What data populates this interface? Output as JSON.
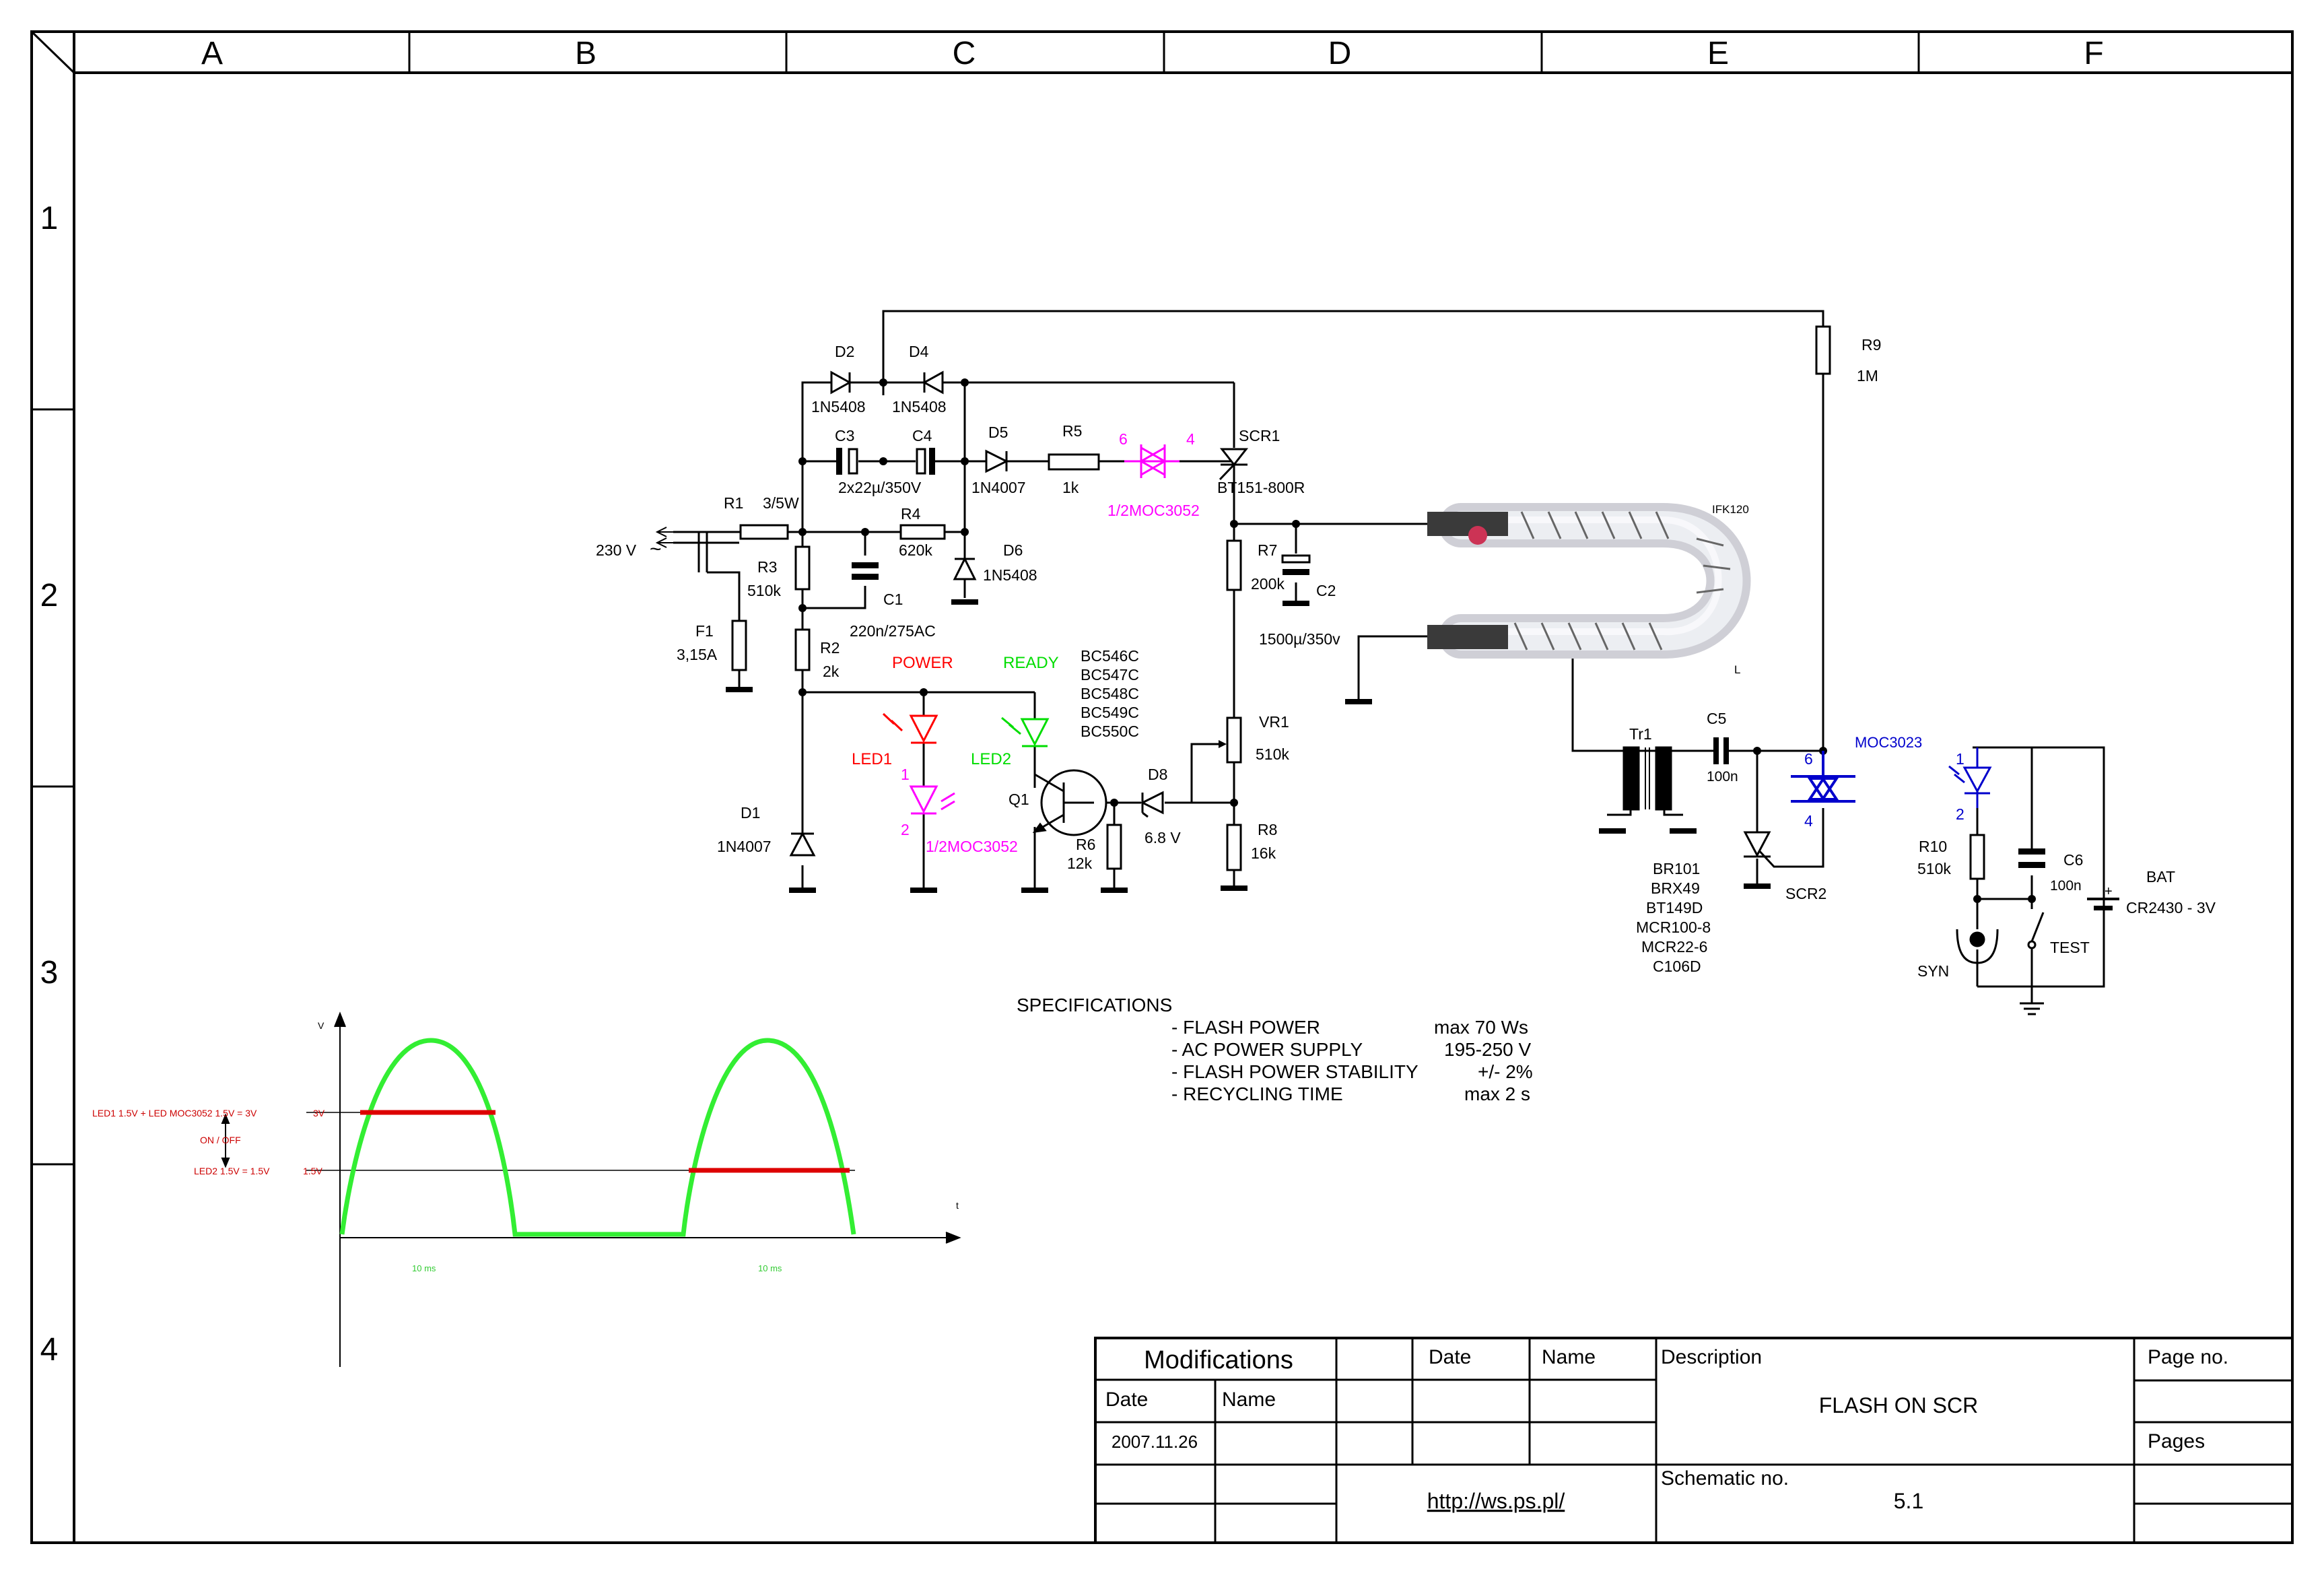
{
  "frame": {
    "columns": [
      "A",
      "B",
      "C",
      "D",
      "E",
      "F"
    ],
    "rows": [
      "1",
      "2",
      "3",
      "4"
    ]
  },
  "title_block": {
    "modifications": "Modifications",
    "date_header": "Date",
    "name_header": "Name",
    "mod_date_label": "Date",
    "mod_name_label": "Name",
    "mod_date_value": "2007.11.26",
    "link": "http://ws.ps.pl/",
    "description_label": "Description",
    "description": "FLASH ON SCR",
    "page_no_label": "Page no.",
    "pages_label": "Pages",
    "schematic_no_label": "Schematic no.",
    "schematic_no": "5.1"
  },
  "schematic": {
    "D2": "D2",
    "D2_val": "1N5408",
    "D4": "D4",
    "D4_val": "1N5408",
    "C3": "C3",
    "C4": "C4",
    "C34_val": "2x22µ/350V",
    "D5": "D5",
    "D5_val": "1N4007",
    "R5": "R5",
    "R5_val": "1k",
    "opto_pin6": "6",
    "opto_pin4": "4",
    "opto_top": "1/2MOC3052",
    "SCR1": "SCR1",
    "SCR1_val": "BT151-800R",
    "R9": "R9",
    "R9_val": "1M",
    "R1": "R1",
    "R1_val": "3/5W",
    "R4": "R4",
    "R4_val": "620k",
    "D6": "D6",
    "D6_val": "1N5408",
    "ac": "230 V",
    "ac_symbol": "~",
    "R3": "R3",
    "R3_val": "510k",
    "C1": "C1",
    "C1_val": "220n/275AC",
    "F1": "F1",
    "F1_val": "3,15A",
    "R2": "R2",
    "R2_val": "2k",
    "power": "POWER",
    "ready": "READY",
    "transistors": [
      "BC546C",
      "BC547C",
      "BC548C",
      "BC549C",
      "BC550C"
    ],
    "R7": "R7",
    "R7_val": "200k",
    "C2": "C2",
    "C2_val": "1500µ/350v",
    "tube": "IFK120",
    "tube_l": "L",
    "VR1": "VR1",
    "VR1_val": "510k",
    "D1": "D1",
    "D1_val": "1N4007",
    "LED1": "LED1",
    "LED2": "LED2",
    "pin1": "1",
    "pin2": "2",
    "opto_bottom": "1/2MOC3052",
    "Q1": "Q1",
    "R6": "R6",
    "R6_val": "12k",
    "D8": "D8",
    "D8_val": "6.8 V",
    "R8": "R8",
    "R8_val": "16k",
    "Tr1": "Tr1",
    "C5": "C5",
    "C5_val": "100n",
    "MOC3023": "MOC3023",
    "moc_pin6": "6",
    "moc_pin4": "4",
    "SCR2": "SCR2",
    "scr_alternatives": [
      "BR101",
      "BRX49",
      "BT149D",
      "MCR100-8",
      "MCR22-6",
      "C106D"
    ],
    "R10": "R10",
    "R10_val": "510k",
    "C6": "C6",
    "C6_val": "100n",
    "BAT": "BAT",
    "BAT_val": "CR2430 - 3V",
    "bat_plus": "+",
    "led_pin1": "1",
    "led_pin2": "2",
    "SYN": "SYN",
    "TEST": "TEST"
  },
  "specs": {
    "title": "SPECIFICATIONS",
    "items": [
      {
        "name": "- FLASH POWER",
        "value": "max 70 Ws"
      },
      {
        "name": "- AC POWER SUPPLY",
        "value": "195-250 V"
      },
      {
        "name": "- FLASH POWER STABILITY",
        "value": "+/- 2%"
      },
      {
        "name": "- RECYCLING TIME",
        "value": "max 2 s"
      }
    ]
  },
  "waveform": {
    "y_axis": "V",
    "x_axis": "t",
    "level_3v": "3V",
    "level_15v": "1.5V",
    "led1_note": "LED1 1.5V + LED MOC3052 1.5V = 3V",
    "onoff": "ON / OFF",
    "led2_note": "LED2 1.5V = 1.5V",
    "period1": "10 ms",
    "period2": "10 ms",
    "colors": {
      "wave": "#33ee33",
      "threshold": "#dd0000"
    }
  },
  "colors": {
    "red": "#ff0000",
    "green": "#00dd00",
    "magenta": "#ff00ff",
    "blue": "#0000cc"
  }
}
